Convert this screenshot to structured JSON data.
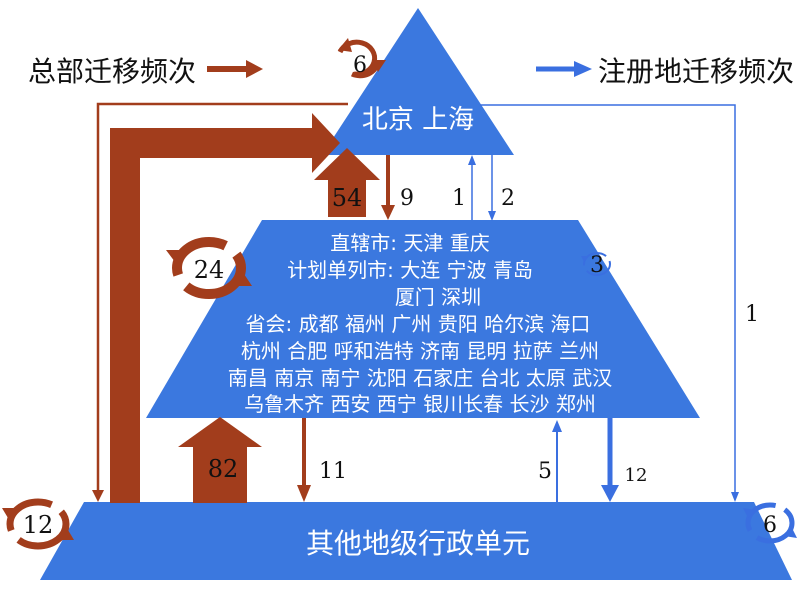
{
  "legend": {
    "hq_label": "总部迁移频次",
    "reg_label": "注册地迁移频次"
  },
  "tiers": {
    "top": "北京  上海",
    "middle_lines": [
      "直辖市: 天津  重庆",
      "计划单列市: 大连  宁波  青岛",
      "厦门  深圳",
      "省会: 成都  福州  广州  贵阳  哈尔滨  海口",
      "杭州  合肥  呼和浩特  济南  昆明  拉萨  兰州",
      "南昌  南京  南宁  沈阳  石家庄  台北  太原  武汉",
      "乌鲁木齐  西安  西宁  银川长春  长沙  郑州"
    ],
    "bottom": "其他地级行政单元"
  },
  "flows": {
    "hq_top_self": "6",
    "hq_mid_self": "24",
    "hq_bottom_self": "12",
    "reg_mid_self": "3",
    "reg_bottom_self": "6",
    "hq_mid_to_top": "54",
    "hq_top_to_mid": "9",
    "reg_mid_to_top": "1",
    "reg_top_to_mid": "2",
    "hq_bottom_to_mid": "82",
    "hq_mid_to_bottom": "11",
    "reg_bottom_to_mid": "5",
    "reg_mid_to_bottom": "12",
    "reg_top_to_bottom": "1"
  },
  "colors": {
    "triangle": "#3b78df",
    "hq_arrow": "#a23d1c",
    "reg_arrow": "#3a6fe0"
  }
}
